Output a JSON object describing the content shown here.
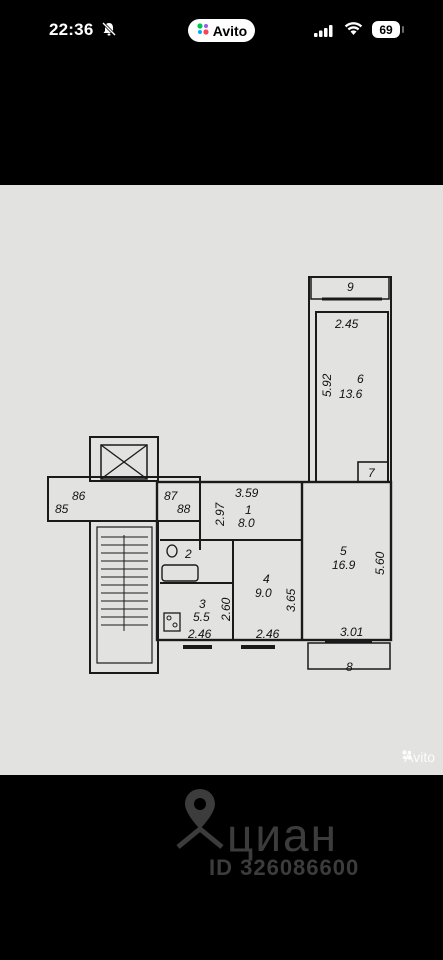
{
  "status_bar": {
    "time": "22:36",
    "app_pill": "Avito",
    "battery": "69"
  },
  "floor_plan": {
    "rooms": [
      {
        "number": "1",
        "area": "8.0"
      },
      {
        "number": "2",
        "area": ""
      },
      {
        "number": "3",
        "area": "5.5"
      },
      {
        "number": "4",
        "area": "9.0"
      },
      {
        "number": "5",
        "area": "16.9"
      },
      {
        "number": "6",
        "area": "13.6"
      },
      {
        "number": "7",
        "area": ""
      },
      {
        "number": "8",
        "area": ""
      },
      {
        "number": "9",
        "area": ""
      }
    ],
    "dimensions": [
      "2.45",
      "5.92",
      "3.59",
      "2.97",
      "5.60",
      "3.65",
      "2.60",
      "2.46",
      "2.46",
      "3.01"
    ],
    "stair_numbers": [
      "86",
      "87",
      "85",
      "88"
    ]
  },
  "watermarks": {
    "avito": "Avito",
    "cian": "циан",
    "cian_id": "ID 326086600"
  },
  "colors": {
    "background": "#000000",
    "paper": "#e2e2e0",
    "avito_green": "#00c853",
    "avito_blue": "#0af",
    "avito_red": "#ff4053",
    "avito_purple": "#965eeb"
  }
}
